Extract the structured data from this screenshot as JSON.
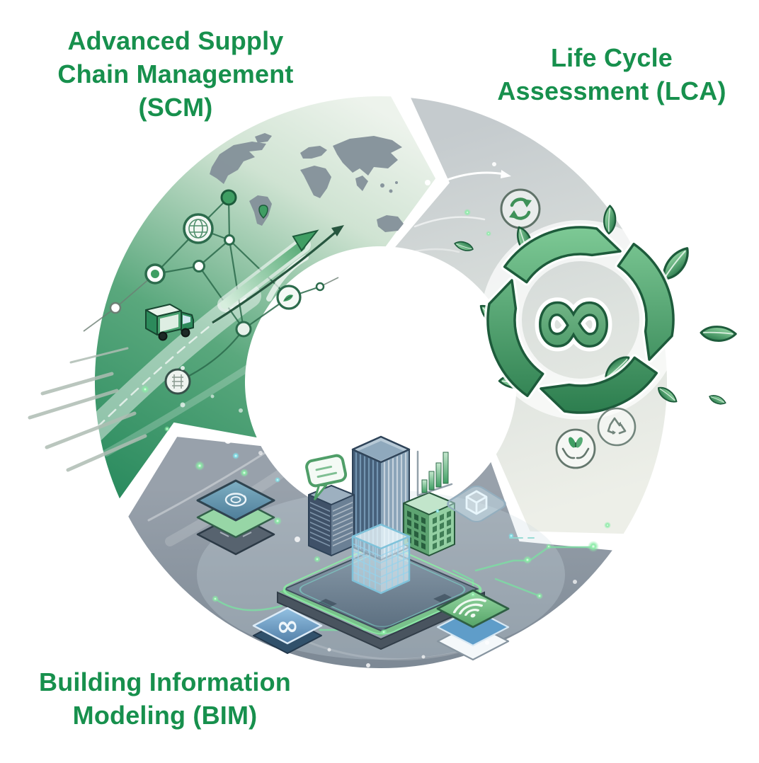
{
  "page": {
    "background": "#ffffff",
    "description": "Circular three-segment cycle infographic connecting SCM, LCA and BIM"
  },
  "diagram": {
    "type": "cycle",
    "direction": "clockwise",
    "segment_count": 3
  },
  "labels": {
    "scm": {
      "full": "Advanced Supply Chain Management (SCM)",
      "lines": [
        "Advanced Supply",
        "Chain Management",
        "(SCM)"
      ]
    },
    "lca": {
      "full": "Life Cycle Assessment (LCA)",
      "lines": [
        "Life Cycle",
        "Assessment (LCA)"
      ]
    },
    "bim": {
      "full": "Building Information Modeling (BIM)",
      "lines": [
        "Building Information",
        "Modeling (BIM)"
      ]
    }
  },
  "glyphs": {
    "infinity": "∞"
  },
  "colors": {
    "label_green": "#17904d",
    "scm_dark": "#1d8356",
    "scm_mid": "#5aa87d",
    "scm_pale": "#cfe3d2",
    "scm_light": "#edf3ec",
    "lca_dark": "#c5cbce",
    "lca_mid": "#dde2de",
    "lca_light": "#edefe8",
    "bim_light": "#98a1ab",
    "bim_dark": "#7c8894",
    "ring_green_light": "#7cc894",
    "ring_green_dark": "#2c7d4e",
    "leaf_light": "#8fd3a0",
    "leaf_dark": "#2e7f50",
    "outline_green": "#1d5b3b",
    "map_gray": "#84919a",
    "glow_green": "#8aeca6",
    "glow_cyan": "#7fe3ea"
  },
  "segments": [
    {
      "id": "scm",
      "label": "Advanced Supply Chain Management (SCM)",
      "position": "top-left",
      "arc_style": "green gradient",
      "illustrations": [
        "world-map",
        "logistics-network",
        "globe",
        "microchip",
        "delivery-truck",
        "growth-arrows",
        "highway"
      ]
    },
    {
      "id": "lca",
      "label": "Life Cycle Assessment (LCA)",
      "position": "top-right",
      "arc_style": "light gray",
      "illustrations": [
        "refresh-cycle",
        "leaf-ring",
        "circular-arrows",
        "infinity-loop",
        "hands-holding-plant",
        "recycle-symbol"
      ]
    },
    {
      "id": "bim",
      "label": "Building Information Modeling (BIM)",
      "position": "bottom",
      "arc_style": "slate gray",
      "illustrations": [
        "isometric-city-platform",
        "skyscrapers",
        "green-building",
        "wireframe-building",
        "bar-chart",
        "speech-bubble",
        "layer-tiles",
        "infinity-tile",
        "wifi-tile",
        "cube-tile",
        "circuit-traces"
      ]
    }
  ]
}
